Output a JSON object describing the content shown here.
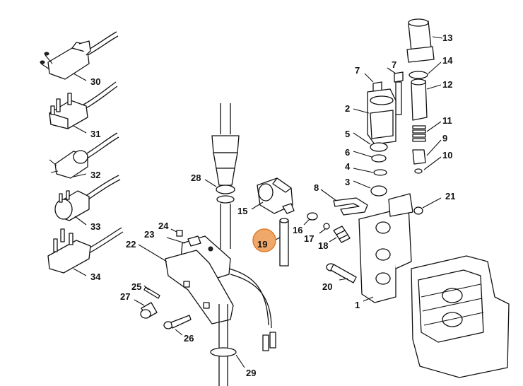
{
  "diagram": {
    "highlight_color": "#f0a86a",
    "highlight_border": "#e07b2a",
    "highlighted_part": "19",
    "labels": [
      "1",
      "2",
      "3",
      "4",
      "5",
      "6",
      "7",
      "7b",
      "8",
      "9",
      "10",
      "11",
      "12",
      "13",
      "14",
      "15",
      "16",
      "17",
      "18",
      "19",
      "20",
      "21",
      "22",
      "23",
      "24",
      "25",
      "26",
      "27",
      "28",
      "29",
      "30",
      "31",
      "32",
      "33",
      "34"
    ],
    "text": {
      "1": "1",
      "2": "2",
      "3": "3",
      "4": "4",
      "5": "5",
      "6": "6",
      "7": "7",
      "7b": "7",
      "8": "8",
      "9": "9",
      "10": "10",
      "11": "11",
      "12": "12",
      "13": "13",
      "14": "14",
      "15": "15",
      "16": "16",
      "17": "17",
      "18": "18",
      "19": "19",
      "20": "20",
      "21": "21",
      "22": "22",
      "23": "23",
      "24": "24",
      "25": "25",
      "26": "26",
      "27": "27",
      "28": "28",
      "29": "29",
      "30": "30",
      "31": "31",
      "32": "32",
      "33": "33",
      "34": "34"
    }
  }
}
